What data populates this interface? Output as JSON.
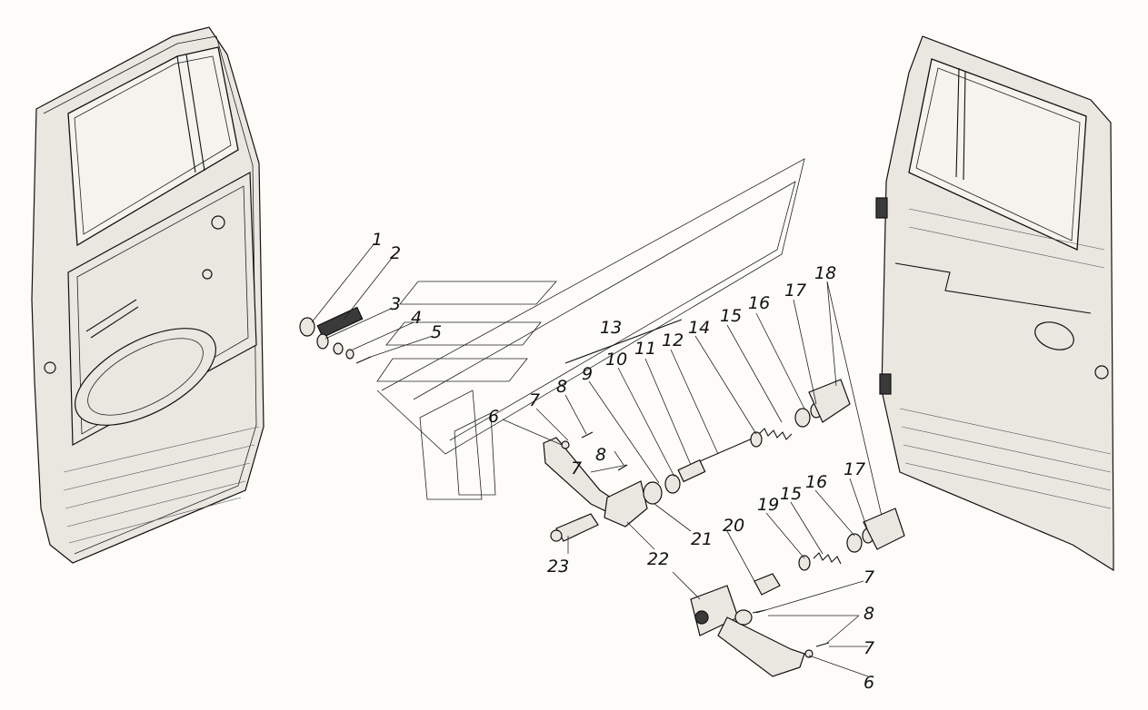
{
  "callouts": {
    "c1": "1",
    "c2": "2",
    "c3": "3",
    "c4": "4",
    "c5": "5",
    "c6a": "6",
    "c6b": "6",
    "c7a": "7",
    "c7b": "7",
    "c7c": "7",
    "c7d": "7",
    "c8a": "8",
    "c8b": "8",
    "c8c": "8",
    "c9": "9",
    "c10": "10",
    "c11": "11",
    "c12": "12",
    "c13": "13",
    "c14": "14",
    "c15a": "15",
    "c15b": "15",
    "c16a": "16",
    "c16b": "16",
    "c17a": "17",
    "c17b": "17",
    "c18": "18",
    "c19": "19",
    "c20": "20",
    "c21": "21",
    "c22": "22",
    "c23": "23"
  },
  "colors": {
    "line": "#111111",
    "paper": "#fdfcf8",
    "fill": "#e9e7e0"
  }
}
